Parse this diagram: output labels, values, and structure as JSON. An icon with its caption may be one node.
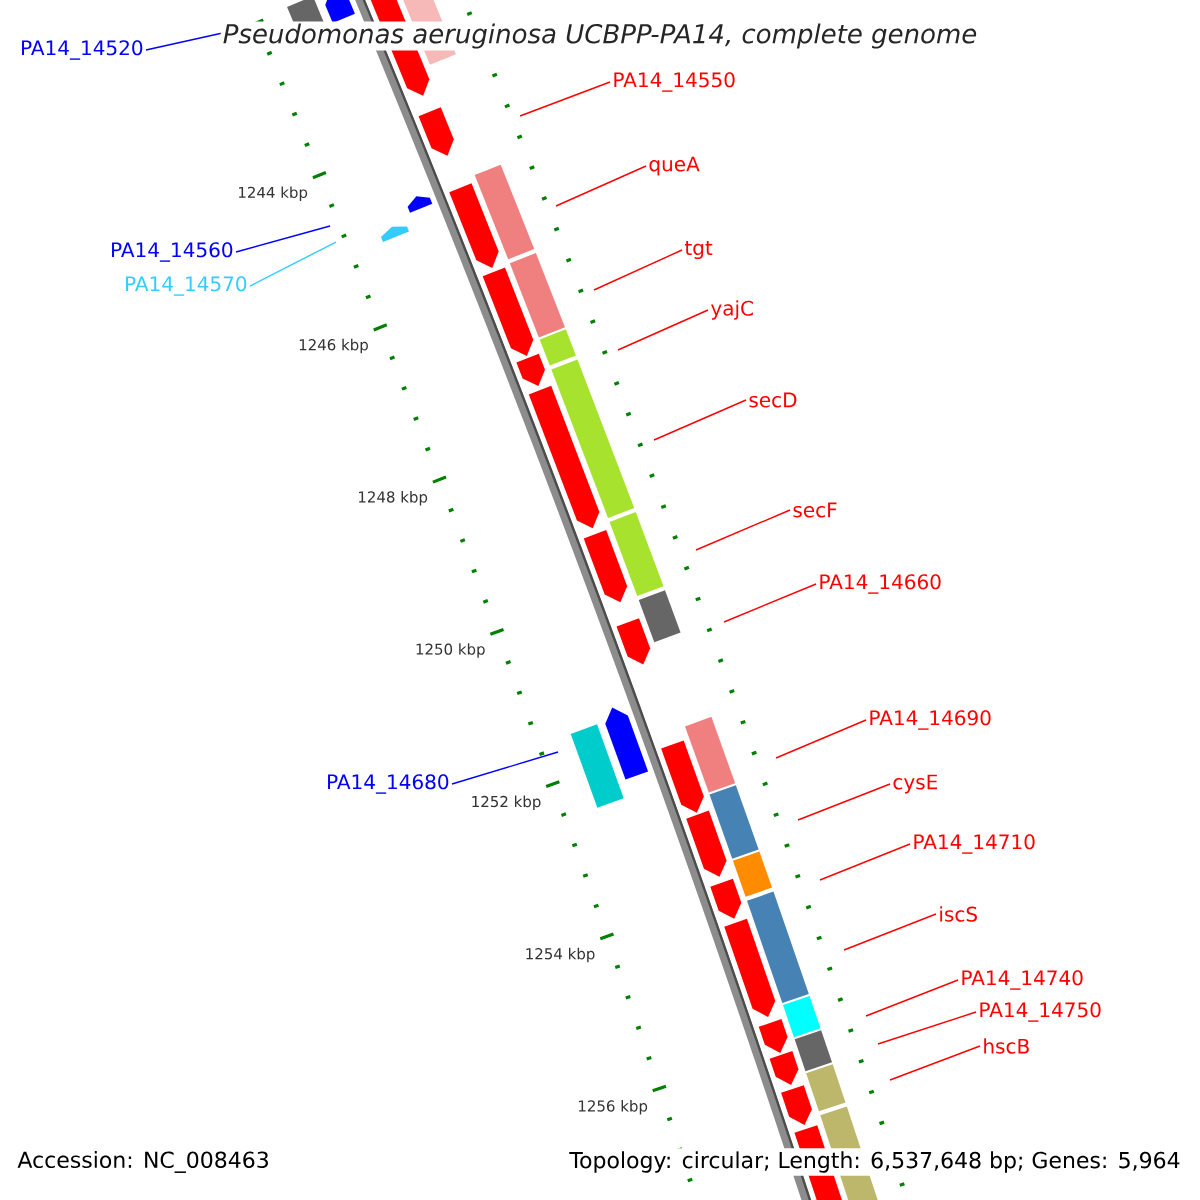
{
  "diagram": {
    "title": "*Pseudomonas aeruginosa UCBPP-PA14*, complete genome",
    "nodes": [
      {
        "text": [
          "PA14_14520"
        ]
      },
      {
        "text": [
          "PA14_14550"
        ]
      },
      {
        "text": [
          "queA"
        ]
      },
      {
        "text": [
          "PA14_14560"
        ]
      },
      {
        "text": [
          "PA14_14570"
        ]
      },
      {
        "text": [
          "tgt"
        ]
      },
      {
        "text": [
          "yajC"
        ]
      },
      {
        "text": [
          "secD"
        ]
      },
      {
        "text": [
          "secF"
        ]
      },
      {
        "text": [
          "PA14_14660"
        ]
      },
      {
        "text": [
          "PA14_14680"
        ]
      },
      {
        "text": [
          "PA14_14690"
        ]
      },
      {
        "text": [
          "cysE"
        ]
      },
      {
        "text": [
          "PA14_14710"
        ]
      },
      {
        "text": [
          "iscS"
        ]
      },
      {
        "text": [
          "PA14_14740"
        ]
      },
      {
        "text": [
          "PA14_14750"
        ]
      },
      {
        "text": [
          "hscB"
        ]
      }
    ],
    "edges": [
      {
        "from": 0,
        "to": null,
        "arrow": "none",
        "color": "#0000ff"
      },
      {
        "from": 1,
        "to": null,
        "arrow": "none"
      },
      {
        "from": 2,
        "to": null,
        "arrow": "none"
      },
      {
        "from": 3,
        "to": null,
        "arrow": "none",
        "color": "#0000ff"
      },
      {
        "from": 4,
        "to": null,
        "arrow": "none",
        "color": "#33ccff"
      },
      {
        "from": 5,
        "to": null,
        "arrow": "none"
      },
      {
        "from": 6,
        "to": null,
        "arrow": "none"
      },
      {
        "from": 7,
        "to": null,
        "arrow": "none"
      },
      {
        "from": 8,
        "to": null,
        "arrow": "none"
      },
      {
        "from": 9,
        "to": null,
        "arrow": "none"
      },
      {
        "from": 10,
        "to": null,
        "arrow": "none",
        "color": "#0000ff"
      },
      {
        "from": 11,
        "to": null,
        "arrow": "none"
      },
      {
        "from": 12,
        "to": null,
        "arrow": "none"
      },
      {
        "from": 13,
        "to": null,
        "arrow": "none"
      },
      {
        "from": 14,
        "to": null,
        "arrow": "none"
      },
      {
        "from": 15,
        "to": null,
        "arrow": "none"
      },
      {
        "from": 16,
        "to": null,
        "arrow": "none"
      },
      {
        "from": 17,
        "to": null,
        "arrow": "none"
      }
    ],
    "labels": [
      "1244 kbp",
      "1246 kbp",
      "1248 kbp",
      "1250 kbp",
      "1252 kbp",
      "1254 kbp",
      "1256 kbp",
      "Accession: NC_008463",
      "Topology: circular; Length: 6,537,648 bp; Genes: 5,964"
    ]
  }
}
